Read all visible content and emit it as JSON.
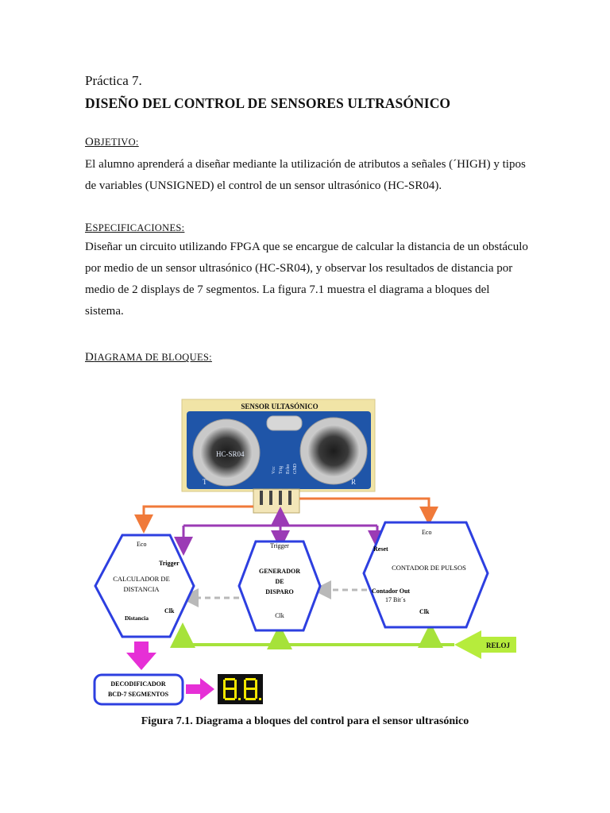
{
  "doc": {
    "practice": "Práctica 7.",
    "title": "DISEÑO DEL CONTROL DE SENSORES ULTRASÓNICO",
    "objective_first": "O",
    "objective_rest": "BJETIVO:",
    "objective_text": "El alumno aprenderá a diseñar mediante la utilización de atributos a señales (´HIGH) y tipos de variables (UNSIGNED) el control de un sensor ultrasónico (HC-SR04).",
    "spec_first": "E",
    "spec_rest": "SPECIFICACIONES:",
    "spec_text": "Diseñar un circuito utilizando FPGA que se encargue de calcular la distancia de un obstáculo por medio de un sensor ultrasónico (HC-SR04), y observar los resultados de distancia por medio de 2 displays de 7 segmentos.  La figura 7.1 muestra el diagrama a bloques del sistema.",
    "diagram_first": "D",
    "diagram_rest": "IAGRAMA DE BLOQUES:"
  },
  "figure": {
    "sensor_label": "SENSOR ULTASÓNICO",
    "sensor_model": "HC-SR04",
    "sensor_pins": [
      "Vcc",
      "Trig",
      "Echo",
      "GND"
    ],
    "calc": {
      "title_line1": "CALCULADOR  DE",
      "title_line2": "DISTANCIA",
      "port_eco": "Eco",
      "port_trigger": "Trigger",
      "port_clk": "Clk",
      "port_distancia": "Distancia"
    },
    "gen": {
      "title_line1": "GENERADOR",
      "title_line2": "DE",
      "title_line3": "DISPARO",
      "port_trigger": "Trigger",
      "port_clk": "Clk"
    },
    "counter": {
      "title": "CONTADOR  DE PULSOS",
      "port_eco": "Eco",
      "port_reset": "Reset",
      "port_out": "Contador Out",
      "port_bits": "17 Bit´s",
      "port_clk": "Clk"
    },
    "clock_label": "RELOJ",
    "decoder_line1": "DECODIFICADOR",
    "decoder_line2": "BCD-7 SEGMENTOS",
    "display_value": "8.8."
  },
  "caption": "Figura 7.1. Diagrama a bloques del control para el sensor ultrasónico",
  "colors": {
    "orange": "#f07a3a",
    "purple": "#9b3bb5",
    "green": "#a6e23a",
    "gray_dash": "#b9b9b9",
    "hex_blue": "#2d3fe0",
    "magenta": "#e62fd6",
    "display_yellow": "#f2e600",
    "reloj_green": "#b6ec3c"
  }
}
